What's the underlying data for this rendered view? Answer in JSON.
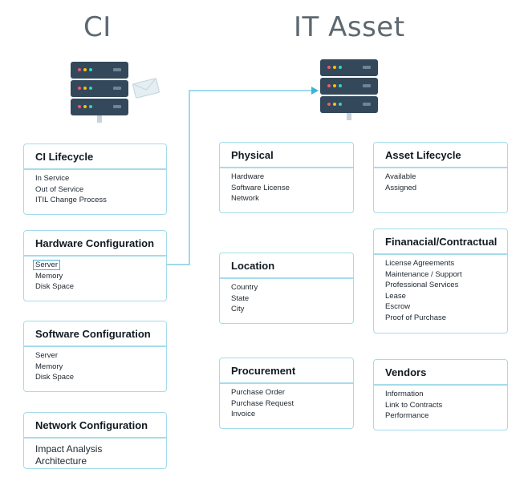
{
  "titles": {
    "ci": "CI",
    "it_asset": "IT Asset"
  },
  "colors": {
    "card_border": "#a5dcea",
    "connector": "#3cb4d9",
    "server_body": "#33485a"
  },
  "icons": {
    "ci_server": "server-rack-icon",
    "mail": "envelope-icon",
    "it_server": "server-rack-icon",
    "arrow": "arrowhead-icon"
  },
  "ci_cards": [
    {
      "title": "CI Lifecycle",
      "items": [
        "In Service",
        "Out of Service",
        "ITIL Change Process"
      ]
    },
    {
      "title": "Hardware Configuration",
      "items": [
        "Server",
        "Memory",
        "Disk Space"
      ]
    },
    {
      "title": "Software Configuration",
      "items": [
        "Server",
        "Memory",
        "Disk Space"
      ]
    },
    {
      "title": "Network Configuration",
      "items": [
        "Impact Analysis",
        "Architecture"
      ]
    }
  ],
  "it_cards": [
    {
      "title": "Physical",
      "items": [
        "Hardware",
        "Software License",
        "Network"
      ]
    },
    {
      "title": "Asset Lifecycle",
      "items": [
        "Available",
        "Assigned"
      ]
    },
    {
      "title": "Location",
      "items": [
        "Country",
        "State",
        "City"
      ]
    },
    {
      "title": "Finanacial/Contractual",
      "items": [
        "License Agreements",
        "Maintenance / Support",
        "Professional Services",
        "Lease",
        "Escrow",
        "Proof of Purchase"
      ]
    },
    {
      "title": "Procurement",
      "items": [
        "Purchase Order",
        "Purchase Request",
        "Invoice"
      ]
    },
    {
      "title": "Vendors",
      "items": [
        "Information",
        "Link to Contracts",
        "Performance"
      ]
    }
  ]
}
